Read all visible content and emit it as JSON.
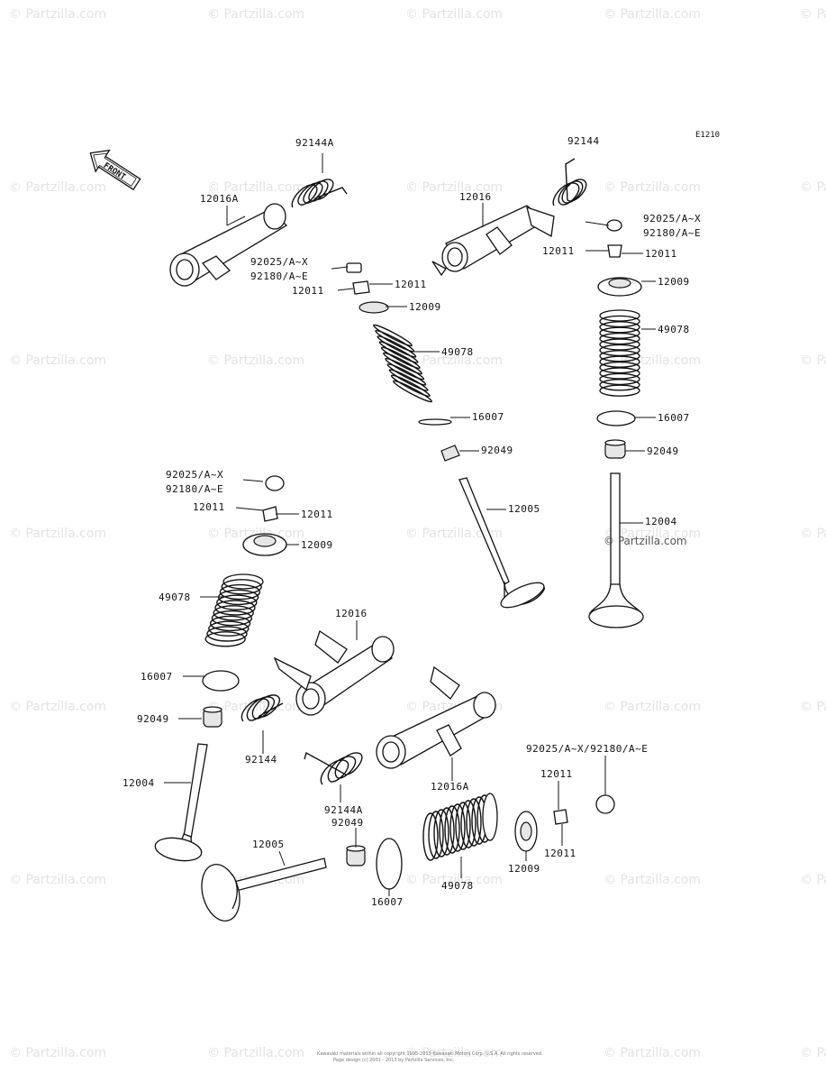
{
  "diagram_code": "E1210",
  "front_arrow_label": "FRONT",
  "watermark_text": "© Partzilla.com",
  "inline_watermark": "© Partzilla.com",
  "footer": {
    "line1": "Kawasaki materials within all copyright 1995-2013 Kawasaki Motors Corp. U.S.A. All rights reserved.",
    "line2": "Page design (c) 2001 - 2013 by Partzilla Services, Inc."
  },
  "labels": {
    "top_left_spring": "92144A",
    "top_left_arm": "12016A",
    "top_left_cotter_combo1": "92025/A~X",
    "top_left_cotter_combo2": "92180/A~E",
    "top_left_cotter_a": "12011",
    "top_left_cotter_b": "12011",
    "top_left_retainer": "12009",
    "top_left_valve_spring": "49078",
    "top_left_seat": "16007",
    "top_left_seal": "92049",
    "top_left_valve": "12005",
    "top_right_spring": "92144",
    "top_right_arm": "12016",
    "top_right_cotter_combo1": "92025/A~X",
    "top_right_cotter_combo2": "92180/A~E",
    "top_right_cotter_a": "12011",
    "top_right_cotter_b": "12011",
    "top_right_retainer": "12009",
    "top_right_valve_spring": "49078",
    "top_right_seat": "16007",
    "top_right_seal": "92049",
    "top_right_valve": "12004",
    "mid_left_cotter_combo1": "92025/A~X",
    "mid_left_cotter_combo2": "92180/A~E",
    "mid_left_cotter_a": "12011",
    "mid_left_cotter_b": "12011",
    "mid_left_retainer": "12009",
    "mid_left_valve_spring": "49078",
    "mid_left_seat": "16007",
    "mid_left_seal": "92049",
    "mid_left_valve": "12004",
    "mid_arm": "12016",
    "mid_spring": "92144",
    "bottom_arm": "12016A",
    "bottom_spring": "92144A",
    "bottom_seal": "92049",
    "bottom_valve": "12005",
    "bottom_seat": "16007",
    "bottom_valve_spring": "49078",
    "bottom_retainer": "12009",
    "bottom_cotter_a": "12011",
    "bottom_cotter_b": "12011",
    "bottom_cotter_combo": "92025/A~X/92180/A~E"
  }
}
